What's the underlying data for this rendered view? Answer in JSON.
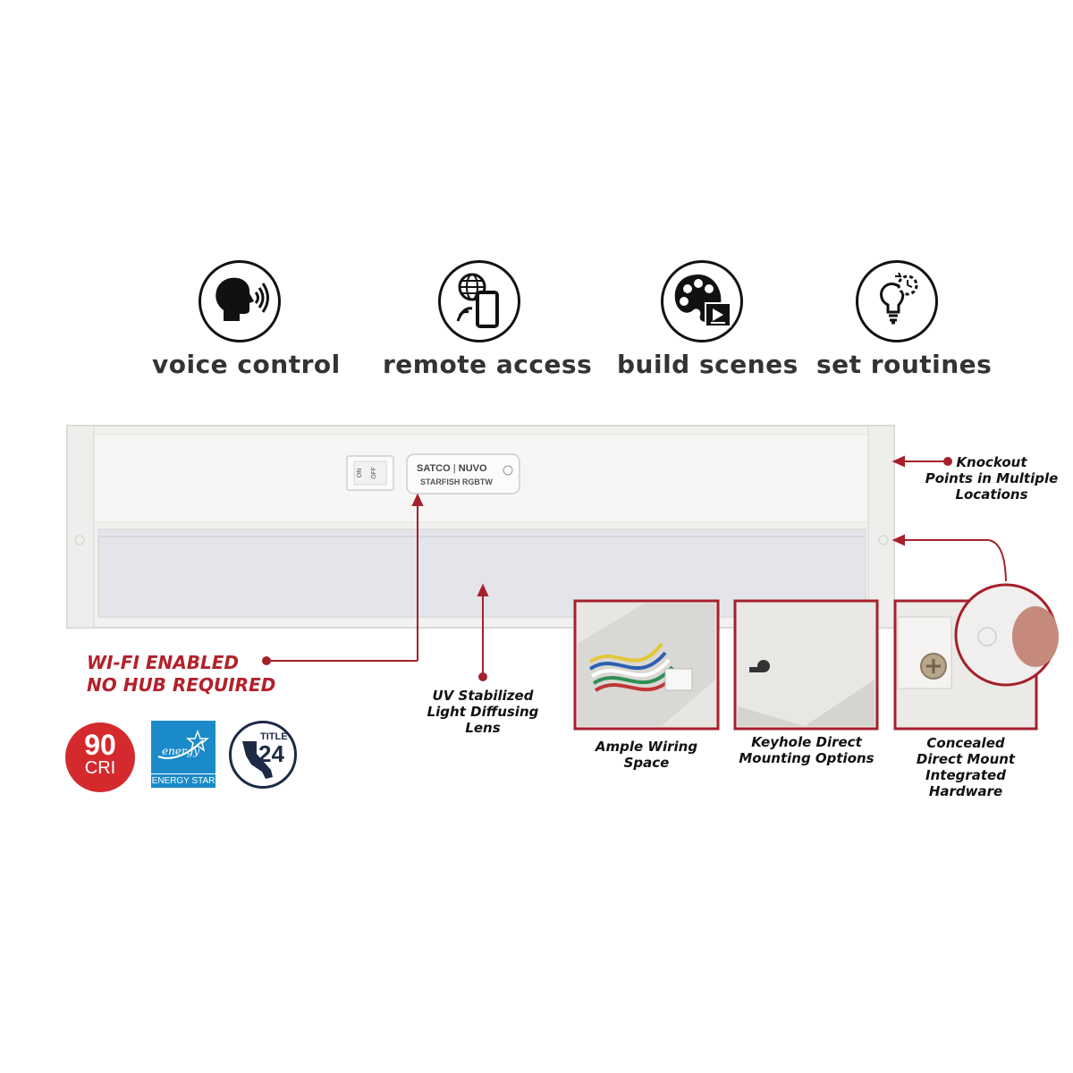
{
  "features": [
    {
      "icon": "voice-control-icon",
      "label": "voice control"
    },
    {
      "icon": "remote-access-icon",
      "label": "remote access"
    },
    {
      "icon": "build-scenes-icon",
      "label": "build scenes"
    },
    {
      "icon": "set-routines-icon",
      "label": "set routines"
    }
  ],
  "product": {
    "switch_on": "ON",
    "switch_off": "OFF",
    "brand": "SATCO",
    "brand2": "NUVO",
    "model": "STARFISH RGBTW"
  },
  "callouts": {
    "wifi_line1": "WI-FI ENABLED",
    "wifi_line2": "NO HUB REQUIRED",
    "lens": [
      "UV Stabilized",
      "Light Diffusing",
      "Lens"
    ],
    "knockout": [
      "Knockout",
      "Points in Multiple",
      "Locations"
    ],
    "wiring": [
      "Ample Wiring",
      "Space"
    ],
    "keyhole": [
      "Keyhole Direct",
      "Mounting Options"
    ],
    "concealed": [
      "Concealed",
      "Direct Mount",
      "Integrated",
      "Hardware"
    ]
  },
  "badges": {
    "cri_value": "90",
    "cri_unit": "CRI",
    "energy_star": "ENERGY STAR",
    "title24_label": "TITLE",
    "title24_num": "24"
  },
  "colors": {
    "accent": "#a6202b",
    "cri": "#d42a2e",
    "energy_star": "#1b8ac9",
    "title24": "#1c2a46"
  }
}
